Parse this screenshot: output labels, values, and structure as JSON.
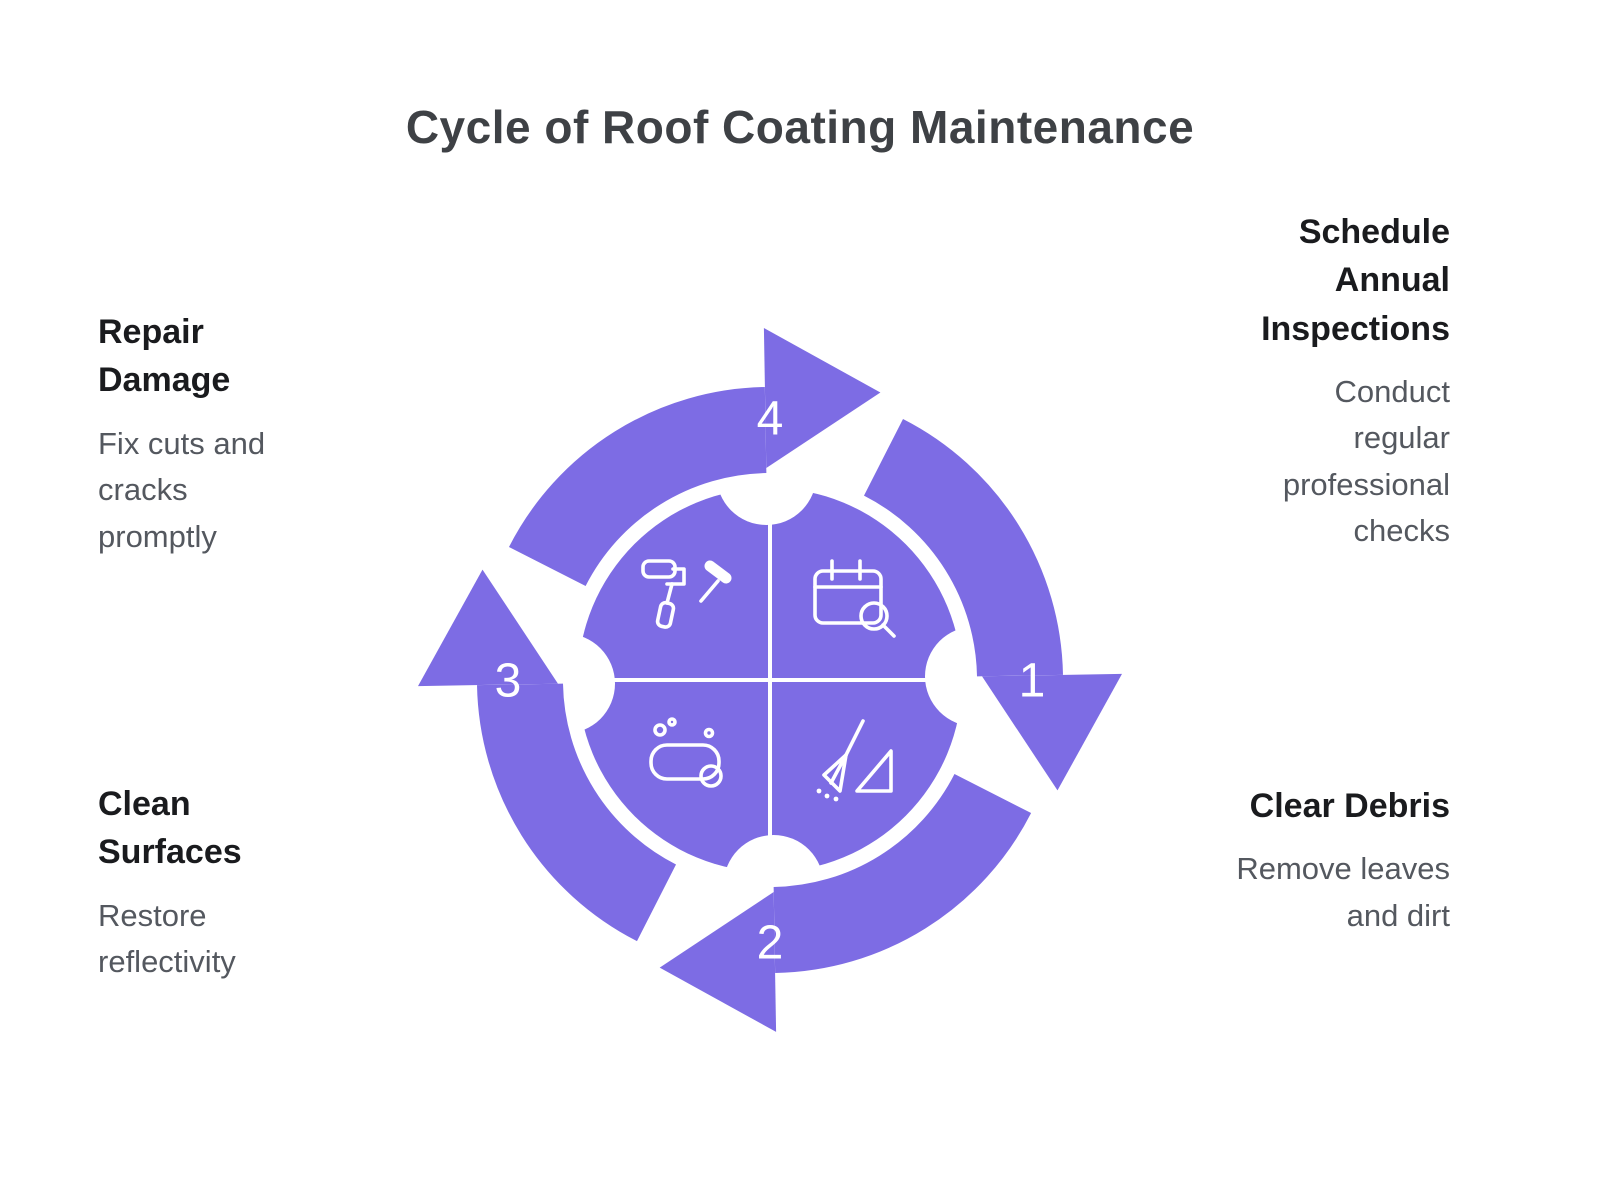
{
  "title": "Cycle of Roof Coating Maintenance",
  "colors": {
    "accent": "#7D6CE4",
    "title_text": "#3E4145",
    "heading_text": "#1A1B1E",
    "body_text": "#54585F"
  },
  "steps": [
    {
      "number": "1",
      "heading": "Schedule Annual Inspections",
      "description": "Conduct regular professional checks",
      "icon": "calendar-search-icon"
    },
    {
      "number": "2",
      "heading": "Clear Debris",
      "description": "Remove leaves and dirt",
      "icon": "broom-icon"
    },
    {
      "number": "3",
      "heading": "Clean Surfaces",
      "description": "Restore reflectivity",
      "icon": "sponge-icon"
    },
    {
      "number": "4",
      "heading": "Repair Damage",
      "description": "Fix cuts and cracks promptly",
      "icon": "repair-tools-icon"
    }
  ]
}
